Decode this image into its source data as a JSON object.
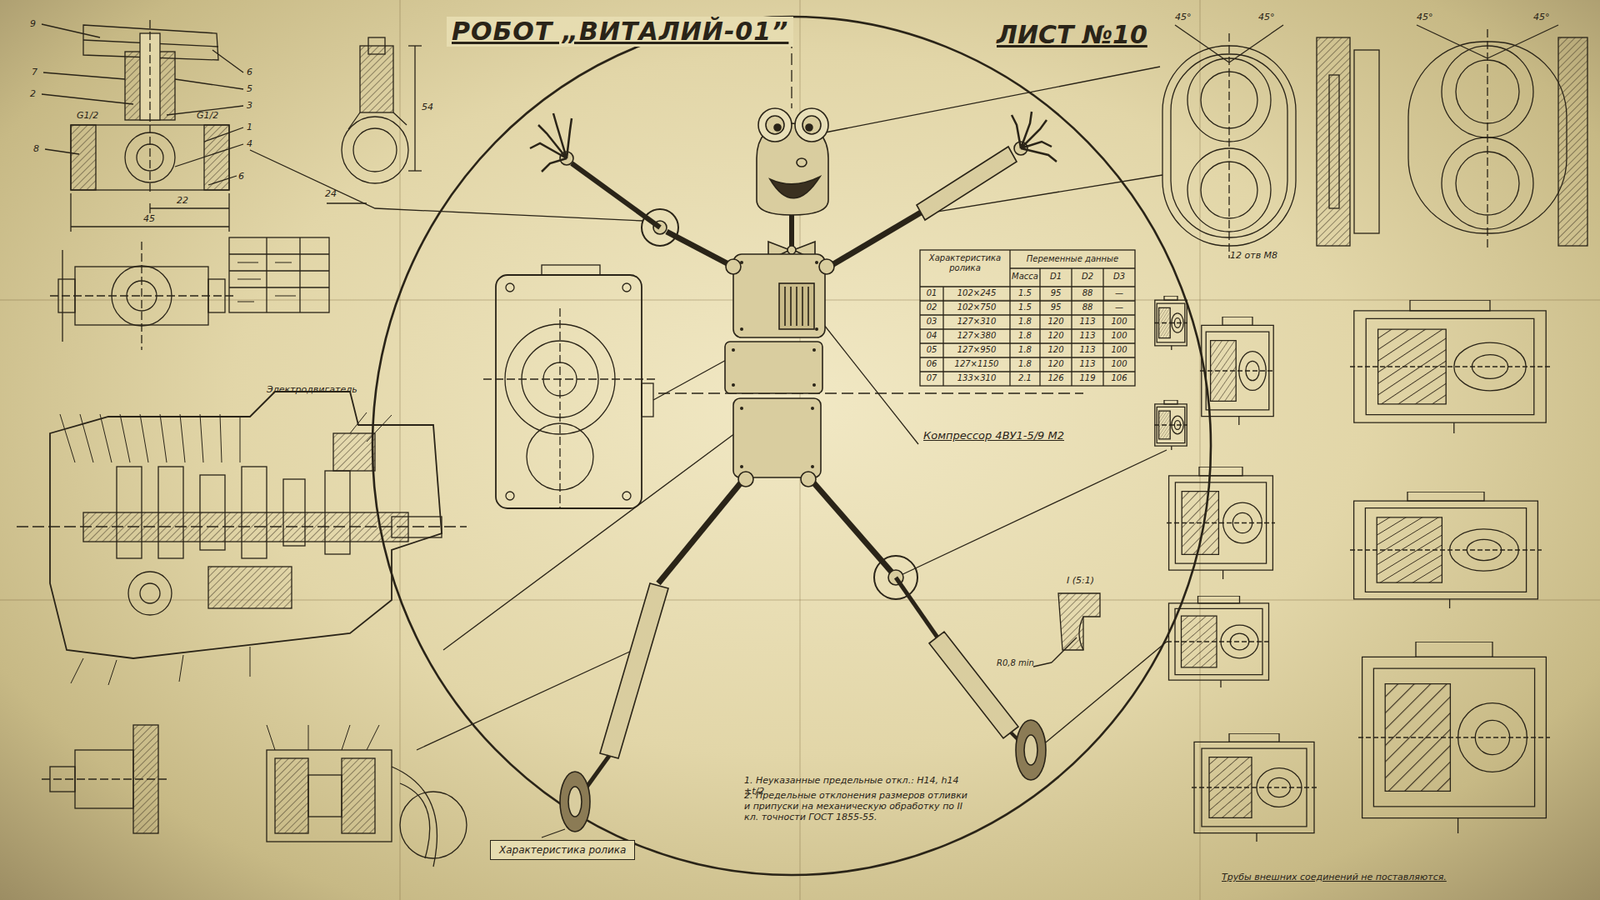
{
  "diagram": {
    "title": "РОБОТ „ВИТАЛИЙ-01”",
    "nodes": [
      {
        "text": [
          "Характеристика ролика"
        ]
      }
    ],
    "labels": [
      "ЛИСТ №10",
      "Компрессор 4ВУ1-5/9 М2",
      "Электродвигатель",
      "I (5:1)",
      "R0,8 min",
      "1. Неуказанные предельные откл.: H14, h14 ±t/2",
      "2. Предельные отклонения размеров отливки и припуски на механическую обработку по II кл. точности ГОСТ 1855-55.",
      "Трубы внешних соединений не поставляются.",
      "Характеристика ролика",
      "Переменные данные",
      "Масса",
      "D1",
      "D2",
      "D3",
      "01",
      "102×245",
      "1.5",
      "95",
      "88",
      "—",
      "02",
      "102×750",
      "1.5",
      "95",
      "88",
      "—",
      "03",
      "127×310",
      "1.8",
      "120",
      "113",
      "100",
      "04",
      "127×380",
      "1.8",
      "120",
      "113",
      "100",
      "05",
      "127×950",
      "1.8",
      "120",
      "113",
      "100",
      "06",
      "127×1150",
      "1.8",
      "120",
      "113",
      "100",
      "07",
      "133×310",
      "2.1",
      "126",
      "119",
      "106",
      "9",
      "7",
      "2",
      "8",
      "6",
      "5",
      "3",
      "1",
      "4",
      "6",
      "G1/2",
      "G1/2",
      "45",
      "22",
      "54",
      "24",
      "45°",
      "45°",
      "12 отв M8",
      "45°",
      "45°"
    ]
  }
}
